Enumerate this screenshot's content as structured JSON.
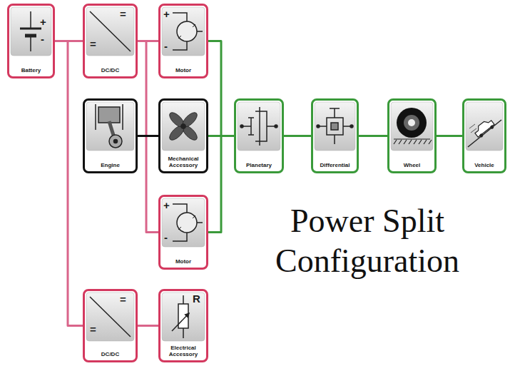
{
  "diagram": {
    "title": "Power Split Configuration",
    "nodes": [
      {
        "text": [
          "Battery"
        ]
      },
      {
        "text": [
          "DC/DC"
        ]
      },
      {
        "text": [
          "Motor"
        ]
      },
      {
        "text": [
          "Engine"
        ]
      },
      {
        "text": [
          "Mechanical Accessory"
        ]
      },
      {
        "text": [
          "Planetary"
        ]
      },
      {
        "text": [
          "Differential"
        ]
      },
      {
        "text": [
          "Wheel"
        ]
      },
      {
        "text": [
          "Vehicle"
        ]
      },
      {
        "text": [
          "Motor"
        ]
      },
      {
        "text": [
          "DC/DC"
        ]
      },
      {
        "text": [
          "Electrical Accessory"
        ]
      }
    ],
    "edges": [
      {
        "from": 0,
        "to": 1,
        "arrow": "none"
      },
      {
        "from": 0,
        "to": 10,
        "arrow": "none"
      },
      {
        "from": 1,
        "to": 2,
        "arrow": "none"
      },
      {
        "from": 1,
        "to": 9,
        "arrow": "none"
      },
      {
        "from": 3,
        "to": 4,
        "arrow": "none"
      },
      {
        "from": 2,
        "to": 5,
        "arrow": "none"
      },
      {
        "from": 4,
        "to": 5,
        "arrow": "none"
      },
      {
        "from": 9,
        "to": 5,
        "arrow": "none"
      },
      {
        "from": 5,
        "to": 6,
        "arrow": "none"
      },
      {
        "from": 6,
        "to": 7,
        "arrow": "none"
      },
      {
        "from": 7,
        "to": 8,
        "arrow": "none"
      },
      {
        "from": 10,
        "to": 11,
        "arrow": "none"
      }
    ],
    "labels": [
      "+",
      "-",
      "=",
      "=",
      "+",
      "-",
      "+",
      "-",
      "=",
      "=",
      "R"
    ]
  }
}
